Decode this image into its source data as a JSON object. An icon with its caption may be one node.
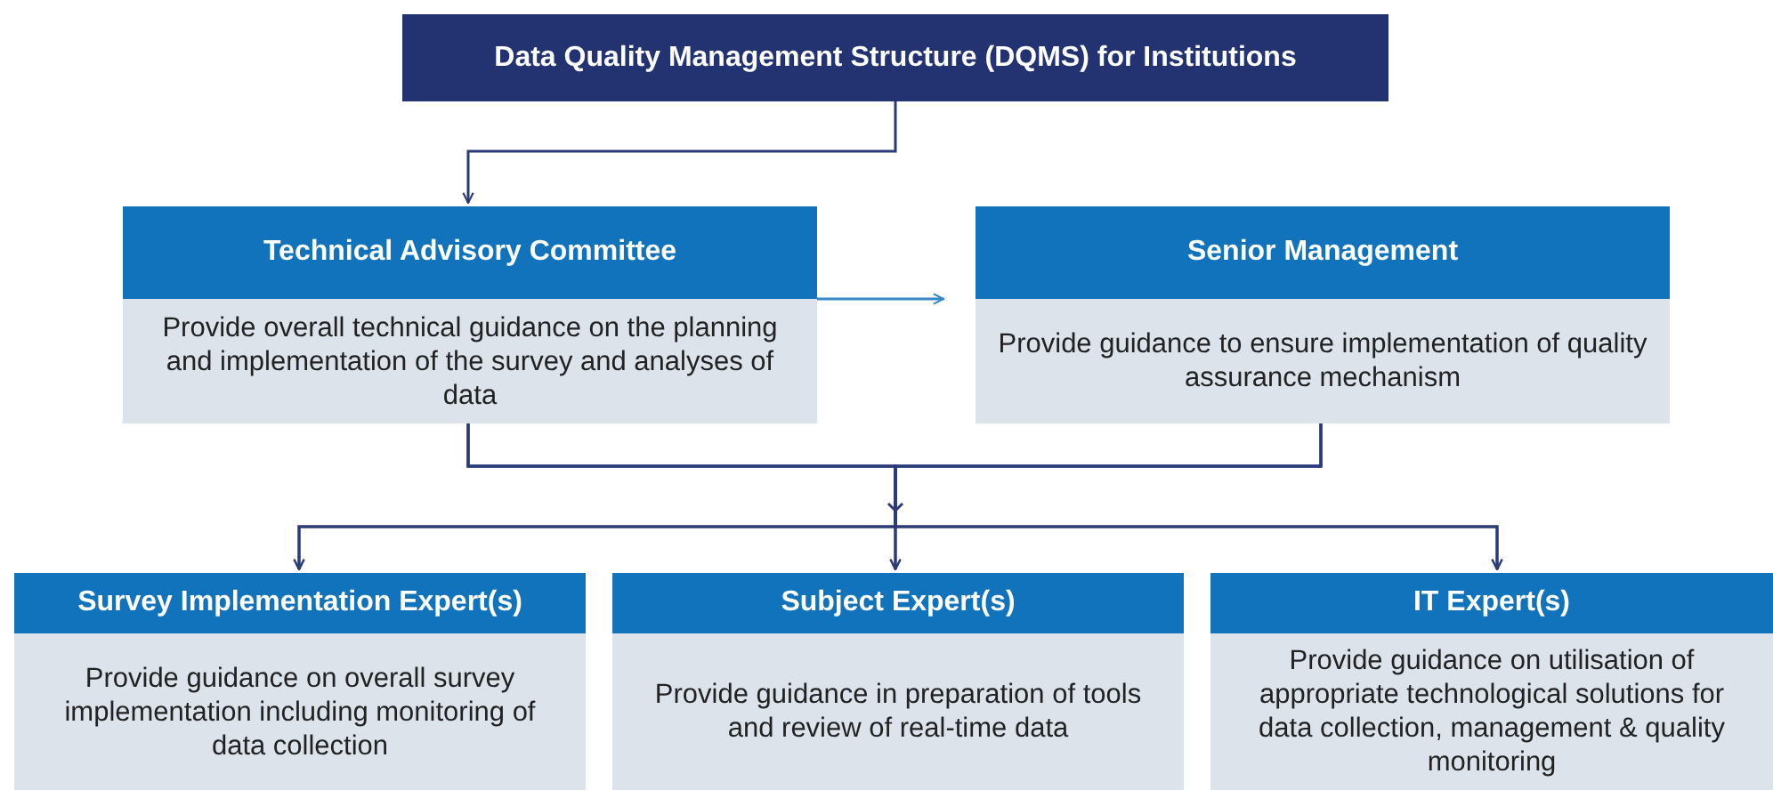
{
  "diagram": {
    "nodes": [
      {
        "text": [
          "Data Quality Management Structure (DQMS) for Institutions"
        ]
      },
      {
        "text": [
          "Technical Advisory Committee",
          "Provide overall technical guidance on the planning and implementation of the survey and analyses of data"
        ]
      },
      {
        "text": [
          "Senior Management",
          "Provide guidance to ensure implementation of quality assurance mechanism"
        ]
      },
      {
        "text": [
          "Survey Implementation Expert(s)",
          "Provide guidance on overall survey implementation including monitoring of data collection"
        ]
      },
      {
        "text": [
          "Subject Expert(s)",
          "Provide guidance in preparation of tools and review of real-time data"
        ]
      },
      {
        "text": [
          "IT Expert(s)",
          "Provide guidance on utilisation of appropriate technological solutions for data collection, management & quality monitoring"
        ]
      }
    ],
    "edges": [
      {
        "from": 0,
        "to": 1,
        "arrow": "to"
      },
      {
        "from": 1,
        "to": 2,
        "arrow": "to",
        "color": "#3a86c8"
      },
      {
        "from": 1,
        "to": 3,
        "arrow": "to"
      },
      {
        "from": 1,
        "to": 4,
        "arrow": "to"
      },
      {
        "from": 1,
        "to": 5,
        "arrow": "to"
      },
      {
        "from": 2,
        "to": 3,
        "arrow": "to"
      },
      {
        "from": 2,
        "to": 4,
        "arrow": "to"
      },
      {
        "from": 2,
        "to": 5,
        "arrow": "to"
      }
    ]
  }
}
